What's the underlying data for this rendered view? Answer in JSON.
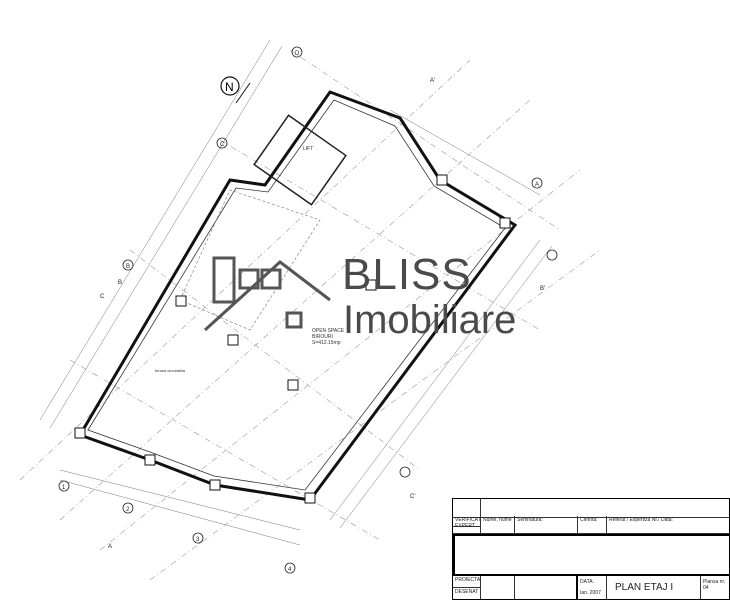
{
  "watermark": {
    "brand": "BLISS",
    "sub": "Imobiliare"
  },
  "plan": {
    "north": "N",
    "room_label": [
      "OPEN SPACE",
      "BIROURI",
      "S=412.15mp"
    ],
    "lift": "LIFT",
    "grid_letters": [
      "A",
      "B",
      "C",
      "D"
    ],
    "grid_numbers": [
      "1",
      "2",
      "3",
      "4"
    ],
    "section_marks": [
      "A",
      "A'",
      "B",
      "B'",
      "C",
      "C'"
    ],
    "note": "terasa circulabila"
  },
  "title_block": {
    "verificator": "VERIFICATOR/ EXPERT",
    "nume": "Nume, nume",
    "semnatura": "Semnatura:",
    "cerinta": "Cerinta:",
    "referat": "Referat / Expertiza Nr./ Data:",
    "proiectat": "PROIECTAT",
    "desenat": "DESENAT",
    "data_label": "DATA:",
    "data_value": "Ian. 2007",
    "title": "PLAN ETAJ I",
    "plansa_label": "Plansa nr.",
    "plansa_value": "04"
  }
}
